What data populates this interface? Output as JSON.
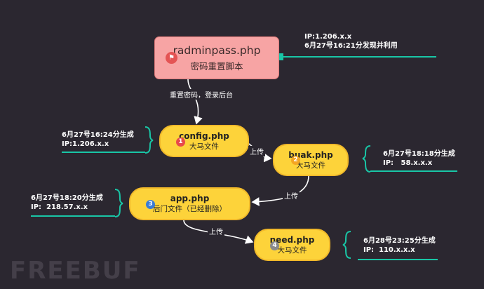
{
  "root": {
    "title": "radminpass.php",
    "subtitle": "密码重置脚本",
    "icon": "flag-icon"
  },
  "root_note": [
    "IP:1.206.x.x",
    "6月27号16:21分发现并利用"
  ],
  "nodes": [
    {
      "number": "1",
      "title": "config.php",
      "subtitle": "大马文件",
      "badge_color": "#e84a4a",
      "note": [
        "6月27号16:24分生成",
        "IP:1.206.x.x"
      ]
    },
    {
      "number": "2",
      "title": "buak.php",
      "subtitle": "大马文件",
      "badge_color": "#f4a623",
      "note": [
        "6月27号18:18分生成",
        "IP:   58.x.x.x"
      ]
    },
    {
      "number": "3",
      "title": "app.php",
      "subtitle": "后门文件（已经删除）",
      "badge_color": "#3a7bd5",
      "note": [
        "6月27号18:20分生成",
        "IP:  218.57.x.x"
      ]
    },
    {
      "number": "4",
      "title": "need.php",
      "subtitle": "大马文件",
      "badge_color": "#8a8a8a",
      "note": [
        "6月28号23:25分生成",
        "IP:  110.x.x.x"
      ]
    }
  ],
  "edge_labels": {
    "root_to_1": "重置密码，登录后台",
    "1_to_2": "上传",
    "2_to_3": "上传",
    "3_to_4": "上传"
  },
  "colors": {
    "background": "#2b2730",
    "root_fill": "#f7a4a4",
    "pill_fill": "#fdd33a",
    "accent": "#19c6a6",
    "edge": "#ffffff"
  },
  "watermark": "FREEBUF"
}
